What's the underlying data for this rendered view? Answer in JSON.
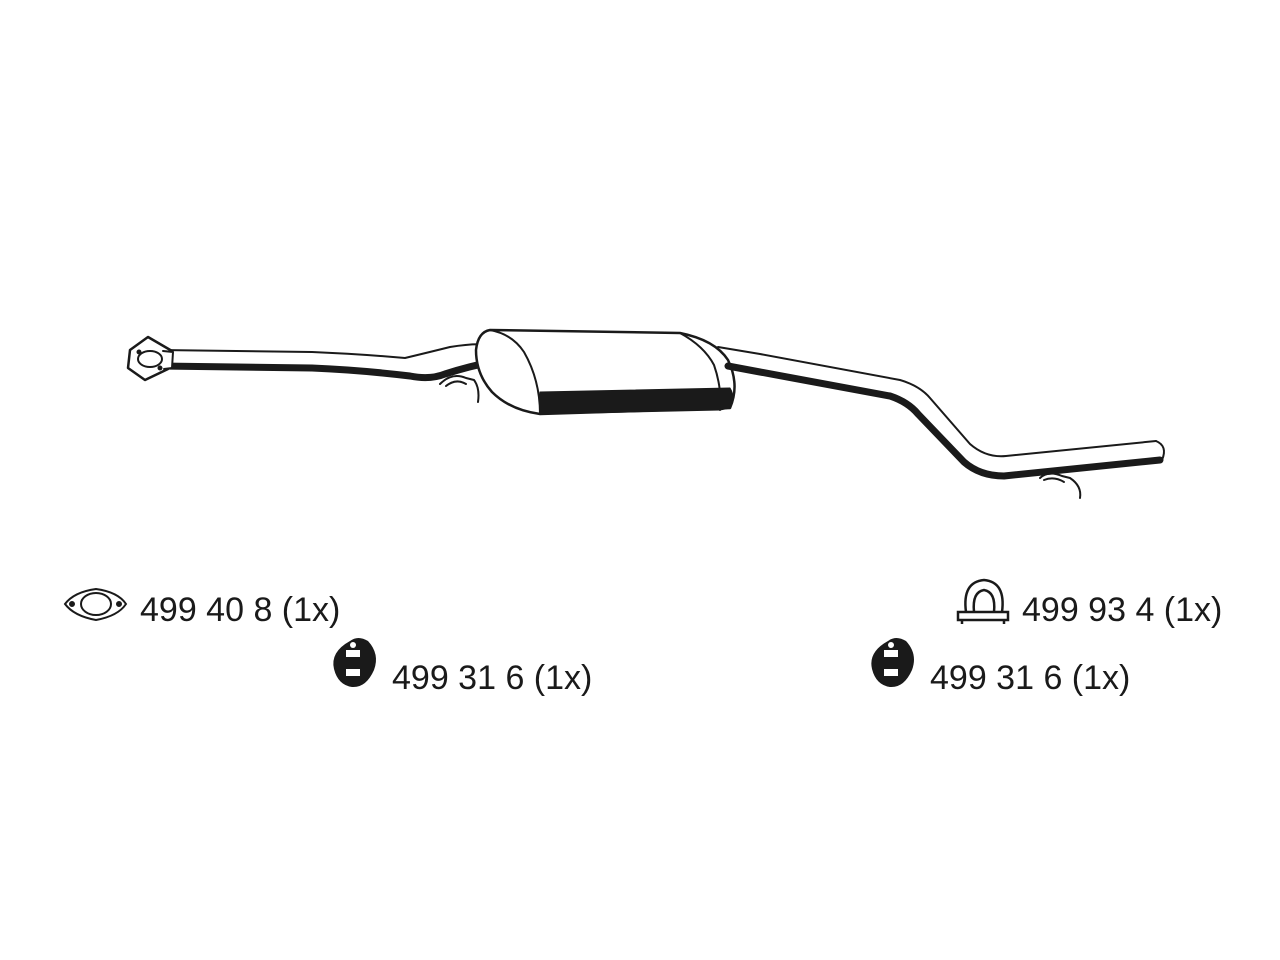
{
  "colors": {
    "line": "#1a1a1a",
    "fill": "#ffffff",
    "background": "#ffffff"
  },
  "parts": [
    {
      "icon": "flange-gasket-icon",
      "label": "499 40 8 (1x)"
    },
    {
      "icon": "rubber-hanger-icon",
      "label": "499 31 6 (1x)"
    },
    {
      "icon": "pipe-clamp-icon",
      "label": "499 93 4 (1x)"
    },
    {
      "icon": "rubber-hanger-icon",
      "label": "499 31 6 (1x)"
    }
  ]
}
